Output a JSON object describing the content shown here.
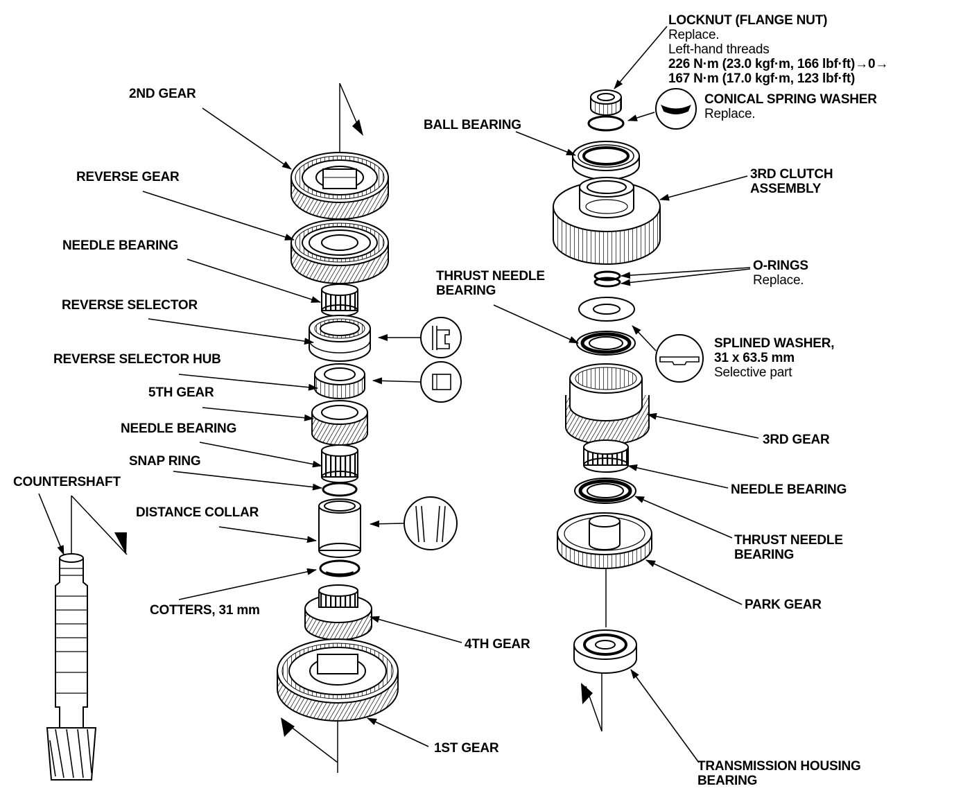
{
  "labels": {
    "locknut": {
      "name": "LOCKNUT (FLANGE NUT)",
      "note1": "Replace.",
      "note2": "Left-hand threads",
      "torque1": "226 N·m (23.0 kgf·m, 166 lbf·ft)→0→",
      "torque2": "167 N·m (17.0 kgf·m, 123 lbf·ft)"
    },
    "conical_washer": {
      "name": "CONICAL SPRING WASHER",
      "note": "Replace."
    },
    "ball_bearing": "BALL BEARING",
    "third_clutch": {
      "line1": "3RD CLUTCH",
      "line2": "ASSEMBLY"
    },
    "o_rings": {
      "name": "O-RINGS",
      "note": "Replace."
    },
    "thrust_needle_top": {
      "line1": "THRUST NEEDLE",
      "line2": "BEARING"
    },
    "splined_washer": {
      "name": "SPLINED WASHER,",
      "size": "31 x 63.5 mm",
      "note": "Selective part"
    },
    "third_gear": "3RD GEAR",
    "needle_bearing_right": "NEEDLE BEARING",
    "thrust_needle_bottom": {
      "line1": "THRUST NEEDLE",
      "line2": "BEARING"
    },
    "park_gear": "PARK GEAR",
    "housing_bearing": {
      "line1": "TRANSMISSION HOUSING",
      "line2": "BEARING"
    },
    "second_gear": "2ND GEAR",
    "reverse_gear": "REVERSE GEAR",
    "needle_bearing_1": "NEEDLE BEARING",
    "reverse_selector": "REVERSE SELECTOR",
    "reverse_selector_hub": "REVERSE SELECTOR HUB",
    "fifth_gear": "5TH GEAR",
    "needle_bearing_2": "NEEDLE BEARING",
    "snap_ring": "SNAP RING",
    "countershaft": "COUNTERSHAFT",
    "distance_collar": "DISTANCE COLLAR",
    "cotters": "COTTERS, 31 mm",
    "fourth_gear": "4TH GEAR",
    "first_gear": "1ST GEAR"
  }
}
